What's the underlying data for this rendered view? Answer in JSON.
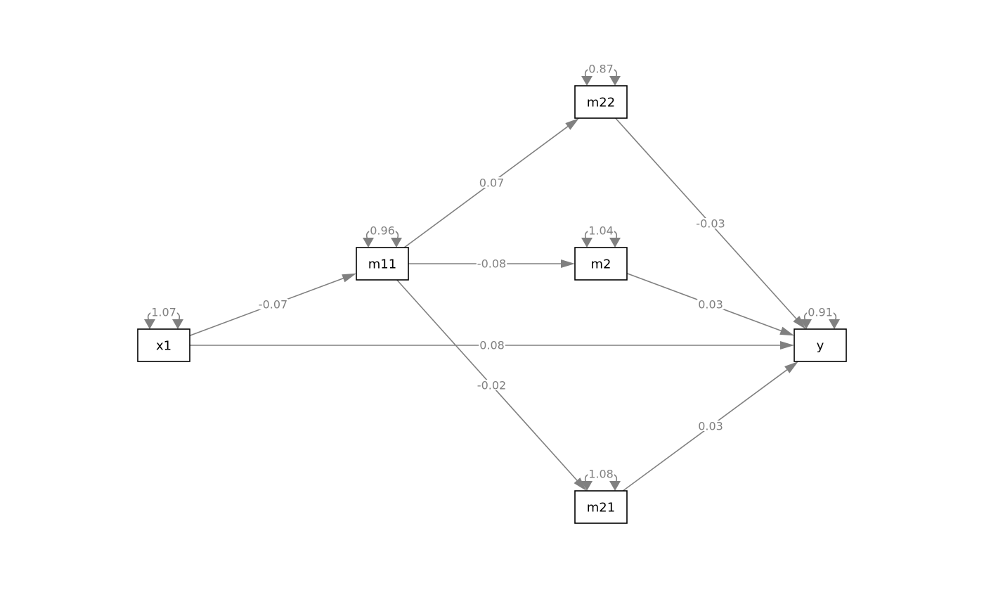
{
  "nodes": [
    {
      "id": "x1",
      "label": "x1"
    },
    {
      "id": "m11",
      "label": "m11"
    },
    {
      "id": "m22",
      "label": "m22"
    },
    {
      "id": "m2",
      "label": "m2"
    },
    {
      "id": "m21",
      "label": "m21"
    },
    {
      "id": "y",
      "label": "y"
    }
  ],
  "paths": [
    {
      "from": "x1",
      "to": "m11",
      "estimate": "-0.07"
    },
    {
      "from": "x1",
      "to": "y",
      "estimate": "0.08"
    },
    {
      "from": "m11",
      "to": "m22",
      "estimate": "0.07"
    },
    {
      "from": "m11",
      "to": "m2",
      "estimate": "-0.08"
    },
    {
      "from": "m11",
      "to": "m21",
      "estimate": "-0.02"
    },
    {
      "from": "m22",
      "to": "y",
      "estimate": "-0.03"
    },
    {
      "from": "m2",
      "to": "y",
      "estimate": "0.03"
    },
    {
      "from": "m21",
      "to": "y",
      "estimate": "0.03"
    }
  ],
  "variances": [
    {
      "node": "x1",
      "estimate": "1.07"
    },
    {
      "node": "m11",
      "estimate": "0.96"
    },
    {
      "node": "m22",
      "estimate": "0.87"
    },
    {
      "node": "m2",
      "estimate": "1.04"
    },
    {
      "node": "m21",
      "estimate": "1.08"
    },
    {
      "node": "y",
      "estimate": "0.91"
    }
  ],
  "colors": {
    "edge": "#808080",
    "node_border": "#000000",
    "node_fill": "#ffffff",
    "text": "#000000",
    "edge_label": "#808080"
  }
}
